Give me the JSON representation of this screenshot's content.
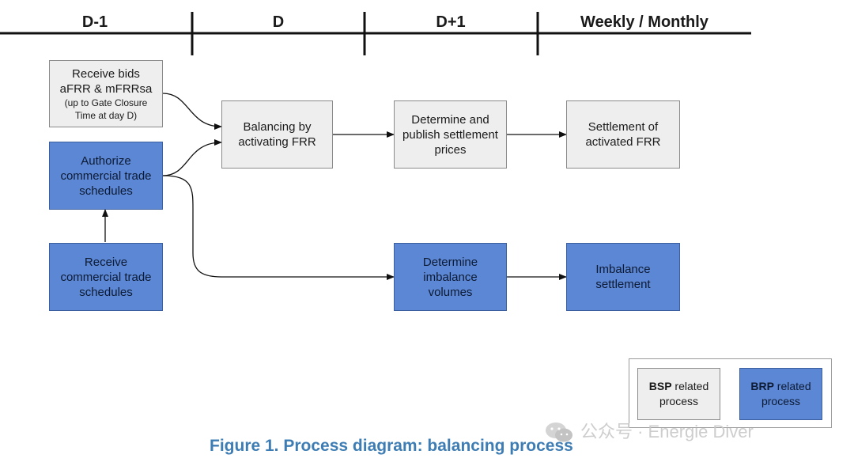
{
  "timeline": {
    "phases": [
      "D-1",
      "D",
      "D+1",
      "Weekly / Monthly"
    ]
  },
  "boxes": {
    "receive_bids": {
      "line1": "Receive bids",
      "line2": "aFRR & mFRRsa",
      "note1": "(up to Gate Closure",
      "note2": "Time at day D)"
    },
    "authorize": {
      "line1": "Authorize",
      "line2": "commercial trade",
      "line3": "schedules"
    },
    "receive_schedules": {
      "line1": "Receive",
      "line2": "commercial trade",
      "line3": "schedules"
    },
    "balancing": {
      "line1": "Balancing by",
      "line2": "activating FRR"
    },
    "settlement_prices": {
      "line1": "Determine and",
      "line2": "publish settlement",
      "line3": "prices"
    },
    "settlement_frr": {
      "line1": "Settlement of",
      "line2": "activated FRR"
    },
    "imbalance_volumes": {
      "line1": "Determine",
      "line2": "imbalance",
      "line3": "volumes"
    },
    "imbalance_settlement": {
      "line1": "Imbalance",
      "line2": "settlement"
    }
  },
  "legend": {
    "bsp": {
      "bold": "BSP",
      "rest": " related",
      "line2": "process",
      "color": "#eeeeee"
    },
    "brp": {
      "bold": "BRP",
      "rest": " related",
      "line2": "process",
      "color": "#5b87d4"
    }
  },
  "caption": "Figure 1. Process diagram: balancing process",
  "watermark": {
    "text": "公众号 · Energie Diver",
    "icon": "wechat-icon"
  }
}
